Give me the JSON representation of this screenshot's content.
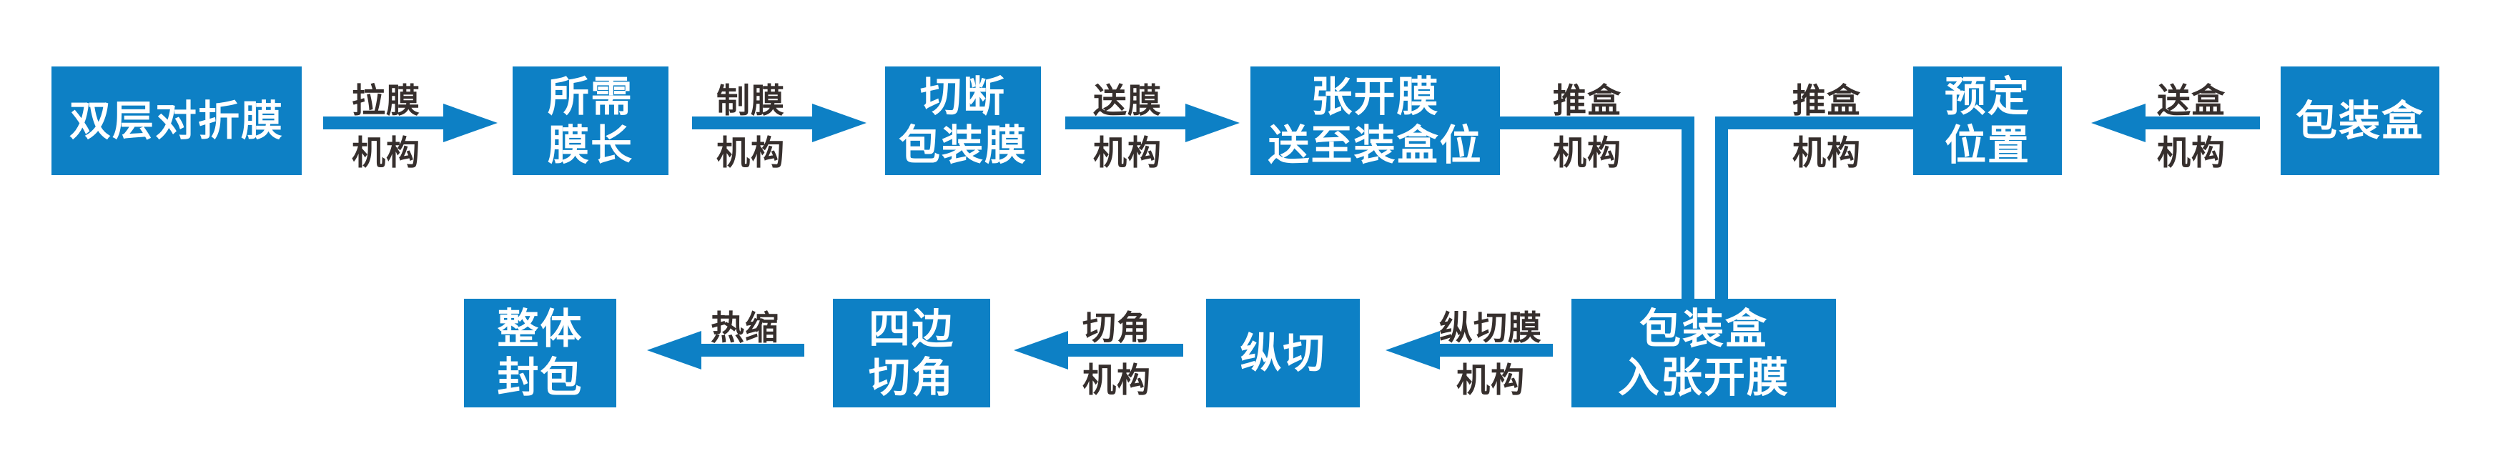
{
  "colors": {
    "accent": "#0d80c5",
    "label_text": "#362f2d",
    "box_text": "#ffffff",
    "background": "#ffffff"
  },
  "nodes": {
    "double_fold_film": {
      "line1": "双层对折膜"
    },
    "required_film_length": {
      "line1": "所需",
      "line2": "膜长"
    },
    "cut_packaging_film": {
      "line1": "切断",
      "line2": "包装膜"
    },
    "open_film_to_boxing_position": {
      "line1": "张开膜",
      "line2": "送至装盒位"
    },
    "preset_position": {
      "line1": "预定",
      "line2": "位置"
    },
    "packaging_box": {
      "line1": "包装盒"
    },
    "box_into_opened_film": {
      "line1": "包装盒",
      "line2": "入张开膜"
    },
    "longitudinal_cut": {
      "line1": "纵切"
    },
    "four_edge_corner_cut": {
      "line1": "四边",
      "line2": "切角"
    },
    "overall_sealing": {
      "line1": "整体",
      "line2": "封包"
    }
  },
  "edge_labels": {
    "pull_film_mechanism": {
      "line1": "拉膜",
      "line2": "机构"
    },
    "film_making_mechanism": {
      "line1": "制膜",
      "line2": "机构"
    },
    "film_feeding_mechanism": {
      "line1": "送膜",
      "line2": "机构"
    },
    "push_box_mechanism_left": {
      "line1": "推盒",
      "line2": "机构"
    },
    "push_box_mechanism_right": {
      "line1": "推盒",
      "line2": "机构"
    },
    "box_feeding_mechanism": {
      "line1": "送盒",
      "line2": "机构"
    },
    "longitudinal_film_cut_mechanism": {
      "line1": "纵切膜",
      "line2": "机构"
    },
    "corner_cut_mechanism": {
      "line1": "切角",
      "line2": "机构"
    },
    "heat_shrink": {
      "line1": "热缩"
    }
  }
}
